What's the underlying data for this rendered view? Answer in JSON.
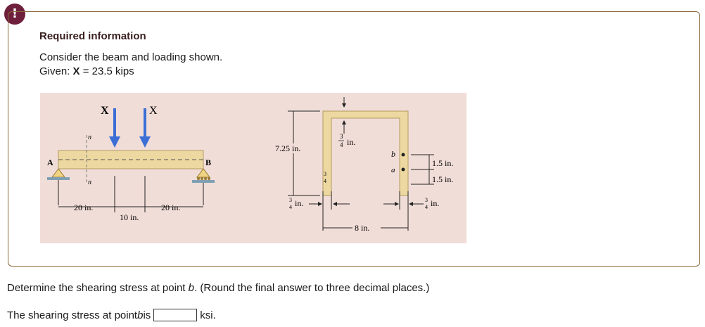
{
  "badge": {
    "symbol": "!"
  },
  "info": {
    "heading": "Required information",
    "line1": "Consider the beam and loading shown.",
    "line2_prefix": "Given: ",
    "line2_var": "X",
    "line2_suffix": " = 23.5 kips"
  },
  "figure": {
    "beam": {
      "load_label_left": "X",
      "load_label_right": "X",
      "support_left": "A",
      "support_right": "B",
      "n_top": "n",
      "n_bottom": "n",
      "dim_left": "20 in.",
      "dim_mid": "10 in.",
      "dim_right": "20 in."
    },
    "section": {
      "height": "7.25 in.",
      "top_thickness_num": "3",
      "top_thickness_den": "4",
      "top_thickness_unit": "in.",
      "side_thickness_num": "3",
      "side_thickness_den": "4",
      "web_left_thk_num": "3",
      "web_left_thk_den": "4",
      "web_left_thk_unit": "in.",
      "web_right_thk_num": "3",
      "web_right_thk_den": "4",
      "web_right_thk_unit": "in.",
      "point_b": "b",
      "point_a": "a",
      "dim_b": "1.5 in.",
      "dim_a": "1.5 in.",
      "width": "8 in."
    }
  },
  "question": {
    "text_prefix": "Determine the shearing stress at point ",
    "text_var": "b",
    "text_suffix": ". (Round the final answer to three decimal places.)"
  },
  "answer": {
    "prefix": "The shearing stress at point ",
    "var": "b",
    "mid": " is",
    "value": "",
    "unit": "ksi."
  },
  "colors": {
    "badge": "#6e1f3c",
    "figure_bg": "#f1ddd8",
    "beam": "#ecd8a0",
    "load_arrow": "#3b6fd6",
    "support": "#f0d484",
    "ground": "#7f9fb3"
  }
}
